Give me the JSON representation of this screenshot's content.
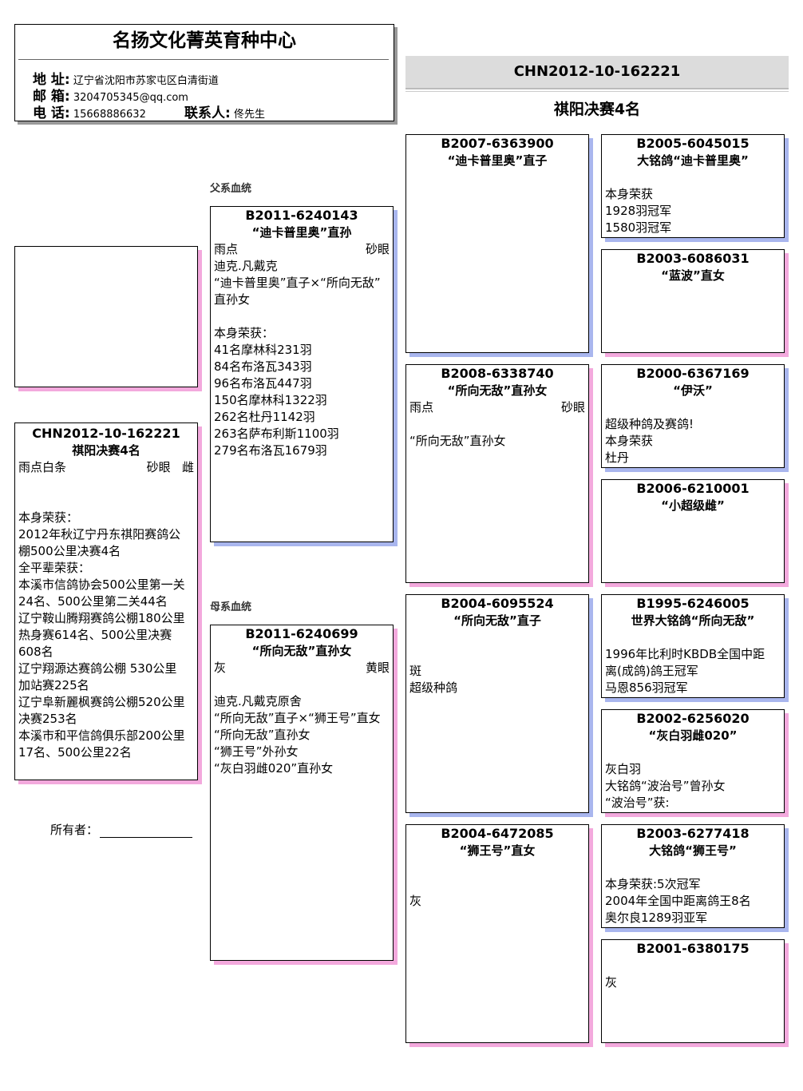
{
  "header": {
    "org_name": "名扬文化菁英育种中心",
    "address_label": "地 址:",
    "address": "辽宁省沈阳市苏家屯区白清街道",
    "email_label": "邮 箱:",
    "email": "3204705345@qq.com",
    "phone_label": "电 话:",
    "phone": "15668886632",
    "contact_label": "联系人:",
    "contact": "佟先生"
  },
  "top_ring": "CHN2012-10-162221",
  "top_title": "祺阳决赛4名",
  "labels": {
    "sire_line": "父系血统",
    "dam_line": "母系血统",
    "owner": "所有者："
  },
  "subject": {
    "ring": "CHN2012-10-162221",
    "title": "祺阳决赛4名",
    "color": "雨点白条",
    "eye": "砂眼",
    "sex": "雌",
    "lines": [
      "本身荣获：",
      "2012年秋辽宁丹东祺阳赛鸽公",
      "棚500公里决赛4名",
      "全平辈荣获：",
      "本溪市信鸽协会500公里第一关",
      "24名、500公里第二关44名",
      "辽宁鞍山腾翔赛鸽公棚180公里",
      "热身赛614名、500公里决赛",
      "608名",
      "辽宁翔源达赛鸽公棚 530公里",
      "加站赛225名",
      "辽宁阜新麗枫赛鸽公棚520公里",
      "决赛253名",
      "本溪市和平信鸽俱乐部200公里",
      "17名、500公里22名"
    ]
  },
  "sire": {
    "ring": "B2011-6240143",
    "title": "“迪卡普里奥”直孙",
    "color": "雨点",
    "eye": "砂眼",
    "lines": [
      "迪克.凡戴克",
      "“迪卡普里奥”直子×“所向无敌”",
      "直孙女",
      "",
      "本身荣获：",
      "41名摩林科231羽",
      "84名布洛瓦343羽",
      "96名布洛瓦447羽",
      "150名摩林科1322羽",
      "262名杜丹1142羽",
      "263名萨布利斯1100羽",
      "279名布洛瓦1679羽"
    ]
  },
  "dam": {
    "ring": "B2011-6240699",
    "title": "“所向无敌”直孙女",
    "color": "灰",
    "eye": "黄眼",
    "lines": [
      "",
      "迪克.凡戴克原舍",
      "“所向无敌”直子×“狮王号”直女",
      "“所向无敌”直孙女",
      "“狮王号”外孙女",
      "“灰白羽雌020”直孙女"
    ]
  },
  "gp1": {
    "ring": "B2007-6363900",
    "title": "“迪卡普里奥”直子",
    "lines": []
  },
  "gp2": {
    "ring": "B2008-6338740",
    "title": "“所向无敌”直孙女",
    "color": "雨点",
    "eye": "砂眼",
    "lines": [
      "",
      "“所向无敌”直孙女"
    ]
  },
  "gp3": {
    "ring": "B2004-6095524",
    "title": "“所向无敌”直子",
    "lines": [
      "",
      "",
      "斑",
      "超级种鸽"
    ]
  },
  "gp4": {
    "ring": "B2004-6472085",
    "title": "“狮王号”直女",
    "lines": [
      "",
      "",
      "灰"
    ]
  },
  "ggp": [
    {
      "ring": "B2005-6045015",
      "title": "大铭鸽“迪卡普里奥”",
      "lines": [
        "",
        "本身荣获",
        "1928羽冠军",
        "1580羽冠军"
      ]
    },
    {
      "ring": "B2003-6086031",
      "title": "“蓝波”直女",
      "lines": []
    },
    {
      "ring": "B2000-6367169",
      "title": "“伊沃”",
      "lines": [
        "",
        "超级种鸽及赛鸽!",
        "本身荣获",
        "杜丹"
      ]
    },
    {
      "ring": "B2006-6210001",
      "title": "“小超级雌”",
      "lines": []
    },
    {
      "ring": "B1995-6246005",
      "title": "世界大铭鸽“所向无敌”",
      "lines": [
        "",
        "1996年比利时KBDB全国中距",
        "离(成鸽)鸽王冠军",
        "马恩856羽冠军"
      ]
    },
    {
      "ring": "B2002-6256020",
      "title": "“灰白羽雌020”",
      "lines": [
        "",
        "灰白羽",
        "大铭鸽“波治号”曾孙女",
        "“波治号”获:"
      ]
    },
    {
      "ring": "B2003-6277418",
      "title": "大铭鸽“狮王号”",
      "lines": [
        "",
        "本身荣获:5次冠军",
        "2004年全国中距离鸽王8名",
        "奥尔良1289羽亚军"
      ]
    },
    {
      "ring": "B2001-6380175",
      "title": "",
      "lines": [
        "",
        "灰"
      ]
    }
  ]
}
